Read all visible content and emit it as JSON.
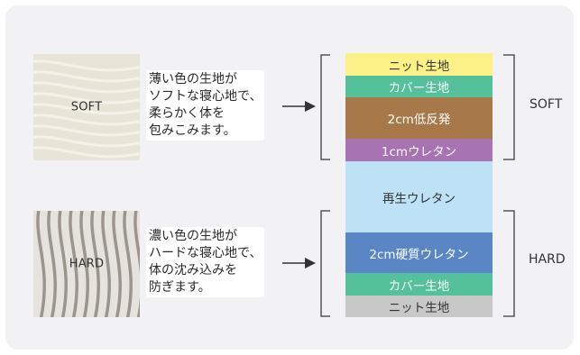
{
  "soft": {
    "swatch_label": "SOFT",
    "description": [
      "薄い色の生地が",
      "ソフトな寝心地で、",
      "柔らかく体を",
      "包みこみます。"
    ],
    "side_label": "SOFT"
  },
  "hard": {
    "swatch_label": "HARD",
    "description": [
      "濃い色の生地が",
      "ハードな寝心地で、",
      "体の沈み込みを",
      "防ぎます。"
    ],
    "side_label": "HARD"
  },
  "layers": [
    {
      "label": "ニット生地",
      "color": "#fbf186"
    },
    {
      "label": "カバー生地",
      "color": "#55c19b"
    },
    {
      "label": "2cm低反発",
      "color": "#a6784a"
    },
    {
      "label": "1cmウレタン",
      "color": "#a873b2"
    },
    {
      "label": "再生ウレタン",
      "color": "#bde2f6"
    },
    {
      "label": "2cm硬質ウレタン",
      "color": "#5b86c6"
    },
    {
      "label": "カバー生地",
      "color": "#55c19b"
    },
    {
      "label": "ニット生地",
      "color": "#c8c8c8"
    }
  ],
  "colors": {
    "panel_bg": "#f2f2f4",
    "bracket": "#555555",
    "soft_fabric": "#e7e3d6",
    "hard_fabric": "#bfbab3"
  }
}
